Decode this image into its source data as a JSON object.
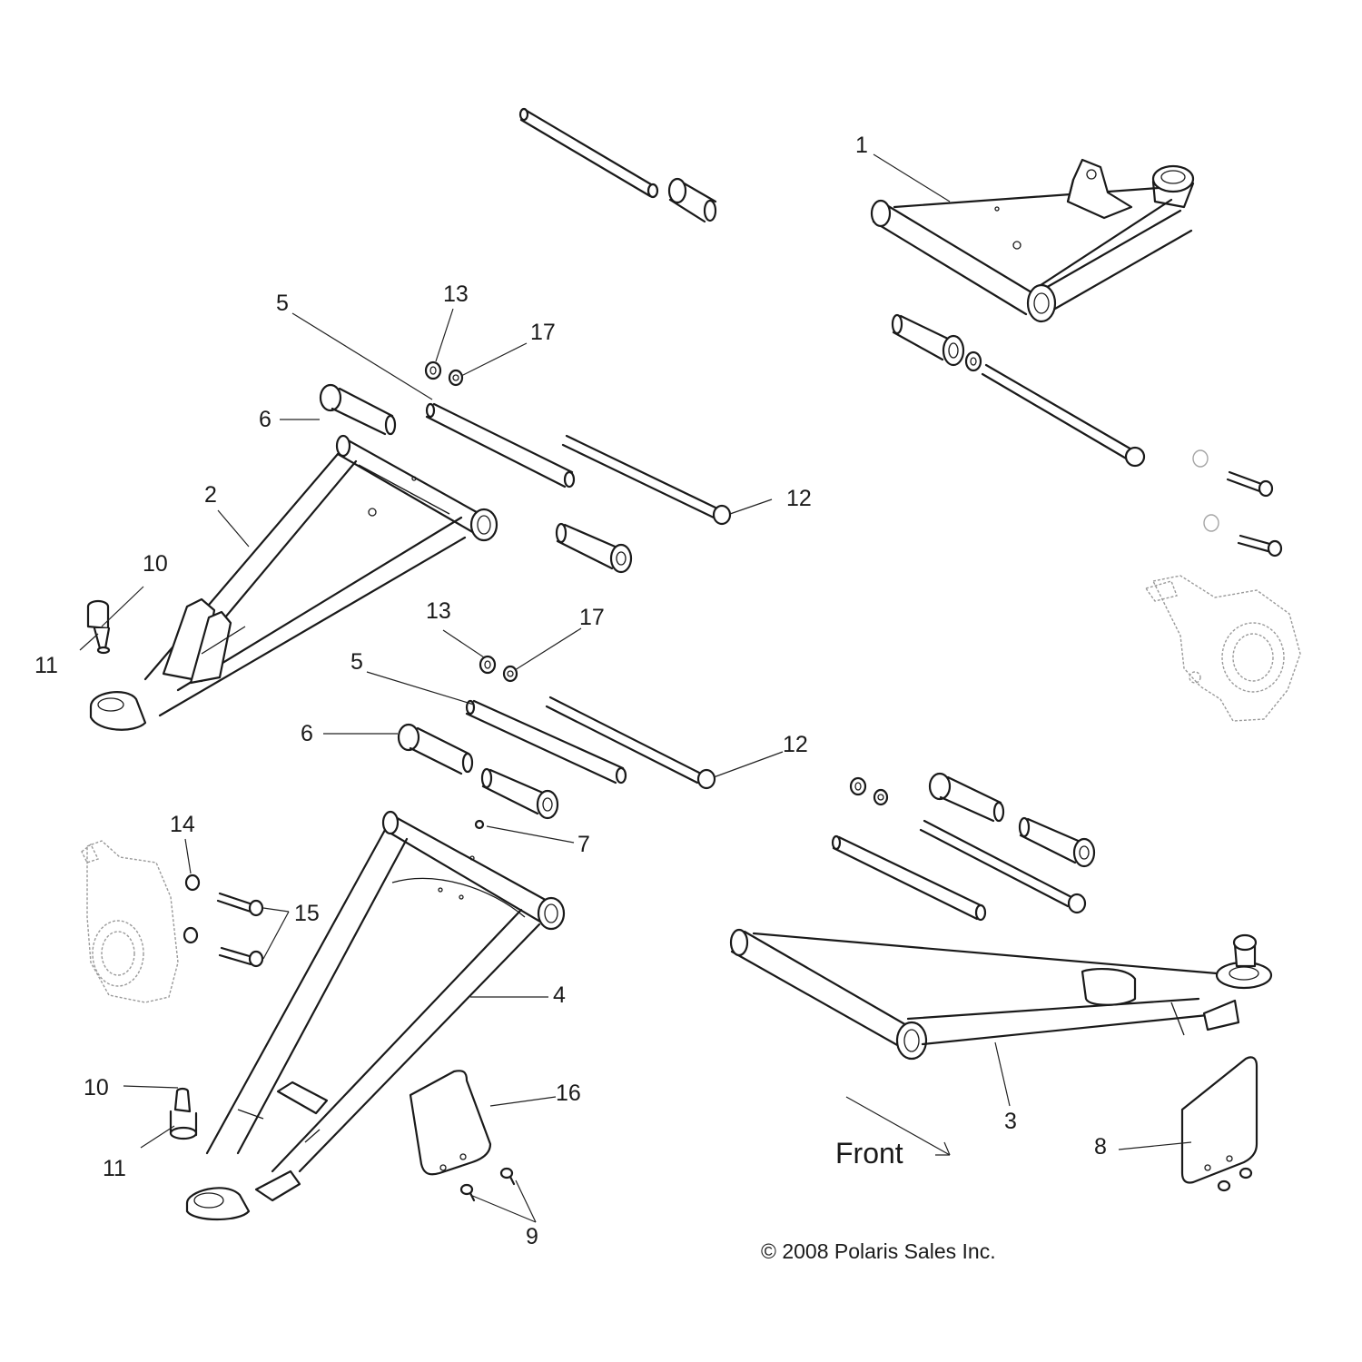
{
  "callouts": [
    {
      "id": "c1",
      "text": "1"
    },
    {
      "id": "c2",
      "text": "2"
    },
    {
      "id": "c3",
      "text": "3"
    },
    {
      "id": "c4",
      "text": "4"
    },
    {
      "id": "c5a",
      "text": "5"
    },
    {
      "id": "c5b",
      "text": "5"
    },
    {
      "id": "c6a",
      "text": "6"
    },
    {
      "id": "c6b",
      "text": "6"
    },
    {
      "id": "c7",
      "text": "7"
    },
    {
      "id": "c8",
      "text": "8"
    },
    {
      "id": "c9",
      "text": "9"
    },
    {
      "id": "c10a",
      "text": "10"
    },
    {
      "id": "c10b",
      "text": "10"
    },
    {
      "id": "c11a",
      "text": "11"
    },
    {
      "id": "c11b",
      "text": "11"
    },
    {
      "id": "c12a",
      "text": "12"
    },
    {
      "id": "c12b",
      "text": "12"
    },
    {
      "id": "c13a",
      "text": "13"
    },
    {
      "id": "c13b",
      "text": "13"
    },
    {
      "id": "c14",
      "text": "14"
    },
    {
      "id": "c15",
      "text": "15"
    },
    {
      "id": "c16",
      "text": "16"
    },
    {
      "id": "c17a",
      "text": "17"
    },
    {
      "id": "c17b",
      "text": "17"
    }
  ],
  "direction_label": "Front",
  "copyright": "© 2008 Polaris Sales Inc."
}
